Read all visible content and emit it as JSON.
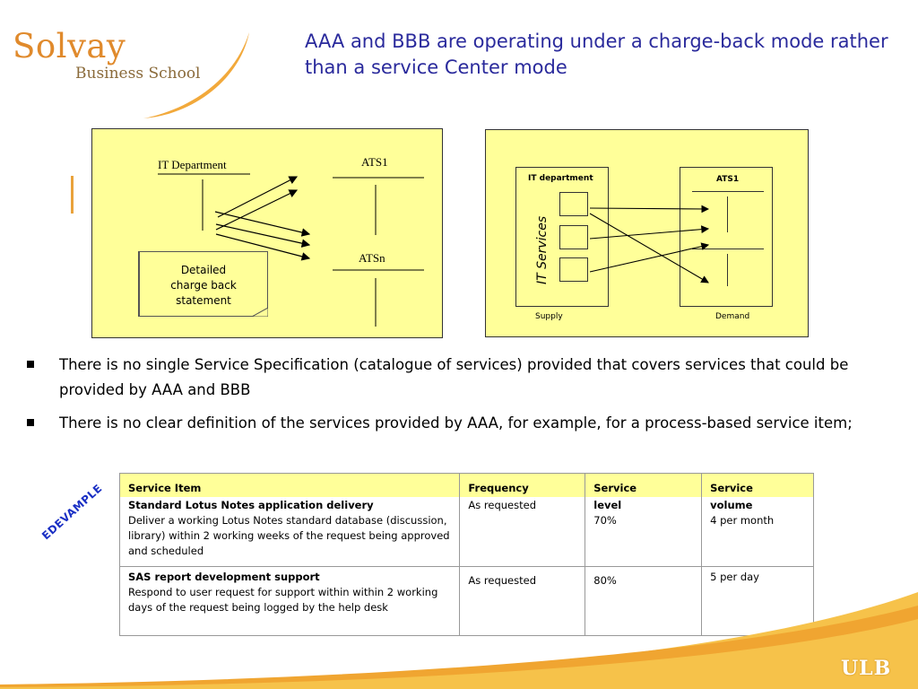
{
  "logo": {
    "line1": "Solvay",
    "line2": "Business School"
  },
  "title": "AAA and BBB are operating under a charge-back mode rather than a service Center mode",
  "diagram_left": {
    "it_department": "IT Department",
    "ats1": "ATS1",
    "atsn": "ATSn",
    "note": [
      "Detailed",
      "charge back",
      "statement"
    ]
  },
  "diagram_right": {
    "it_department": "IT department",
    "ats1": "ATS1",
    "it_services": "IT Services",
    "supply": "Supply",
    "demand": "Demand"
  },
  "bullets": [
    "There is no single Service Specification (catalogue of services) provided that covers services that could be provided by AAA and BBB",
    "There is no clear definition of the services provided by AAA, for example, for a process-based service item;"
  ],
  "stamp": "EDEVAMPLE",
  "table": {
    "headers": [
      "Service Item",
      "Frequency",
      "Service",
      "Service"
    ],
    "header_cont": [
      "level",
      "volume"
    ],
    "rows": [
      {
        "item_title": "Standard Lotus Notes application delivery",
        "item_desc": "Deliver a working Lotus Notes standard database (discussion, library) within 2 working weeks of the request being approved and scheduled",
        "frequency": "As requested",
        "level": "70%",
        "volume": "4 per month"
      },
      {
        "item_title": "SAS report development support",
        "item_desc": "Respond to user request for support within within 2 working days of the request being logged by the help desk",
        "frequency": "As requested",
        "level": "80%",
        "volume": "5 per day"
      }
    ]
  },
  "footer_logo": "ULB",
  "colors": {
    "title": "#2a2a9c",
    "panel": "#ffff99",
    "accent": "#e9a23b",
    "stamp": "#1a2fc4"
  }
}
